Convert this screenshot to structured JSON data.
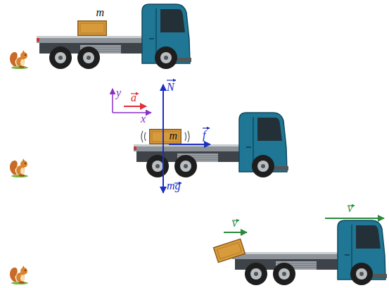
{
  "diagram": {
    "nodes": [
      {
        "text": [
          "m"
        ]
      },
      {
        "text": [
          "m"
        ]
      }
    ],
    "labels": [
      "y",
      "a",
      "x",
      "N",
      "f",
      "mg",
      "v",
      "v"
    ]
  }
}
